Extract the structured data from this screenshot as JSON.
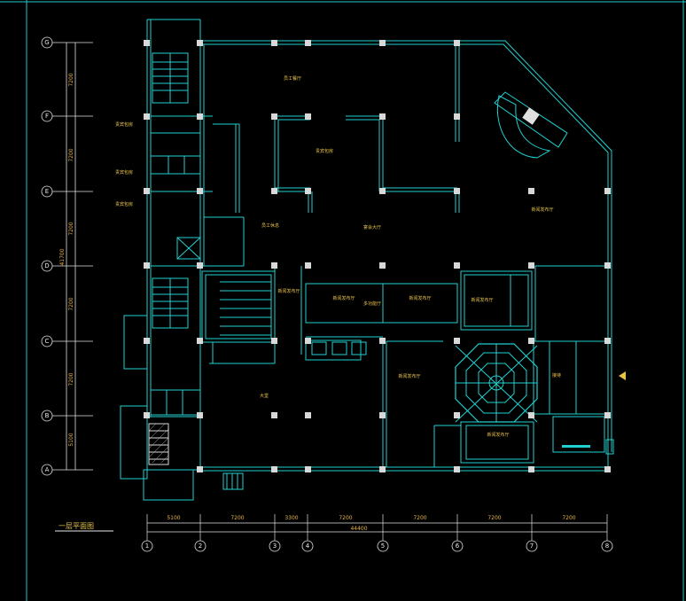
{
  "drawing_title": "一层平面图",
  "grid_rows": [
    "G",
    "F",
    "E",
    "D",
    "C",
    "B",
    "A"
  ],
  "grid_cols": [
    "1",
    "2",
    "3",
    "4",
    "5",
    "6",
    "7",
    "8"
  ],
  "row_dims": [
    "7200",
    "7200",
    "7200",
    "7200",
    "7200",
    "5100"
  ],
  "row_total": "41700",
  "col_dims": [
    "5100",
    "7200",
    "3300",
    "7200",
    "7200",
    "7200",
    "7200"
  ],
  "col_total": "44400",
  "room_labels": [
    "员工餐厅",
    "贵宾包房",
    "贵宾包房",
    "贵宾包房",
    "贵宾包房",
    "宴会大厅",
    "员工休息",
    "新闻发布厅",
    "新闻发布厅",
    "新闻发布厅",
    "新闻发布厅",
    "新闻发布厅",
    "新闻发布厅",
    "新闻发布厅",
    "大堂",
    "接待",
    "多功能厅"
  ],
  "colors": {
    "background": "#000000",
    "wall": "#20d0d0",
    "column": "#e0e0e0",
    "dimension": "#e8b44a",
    "gridline": "#e0e0e0"
  }
}
